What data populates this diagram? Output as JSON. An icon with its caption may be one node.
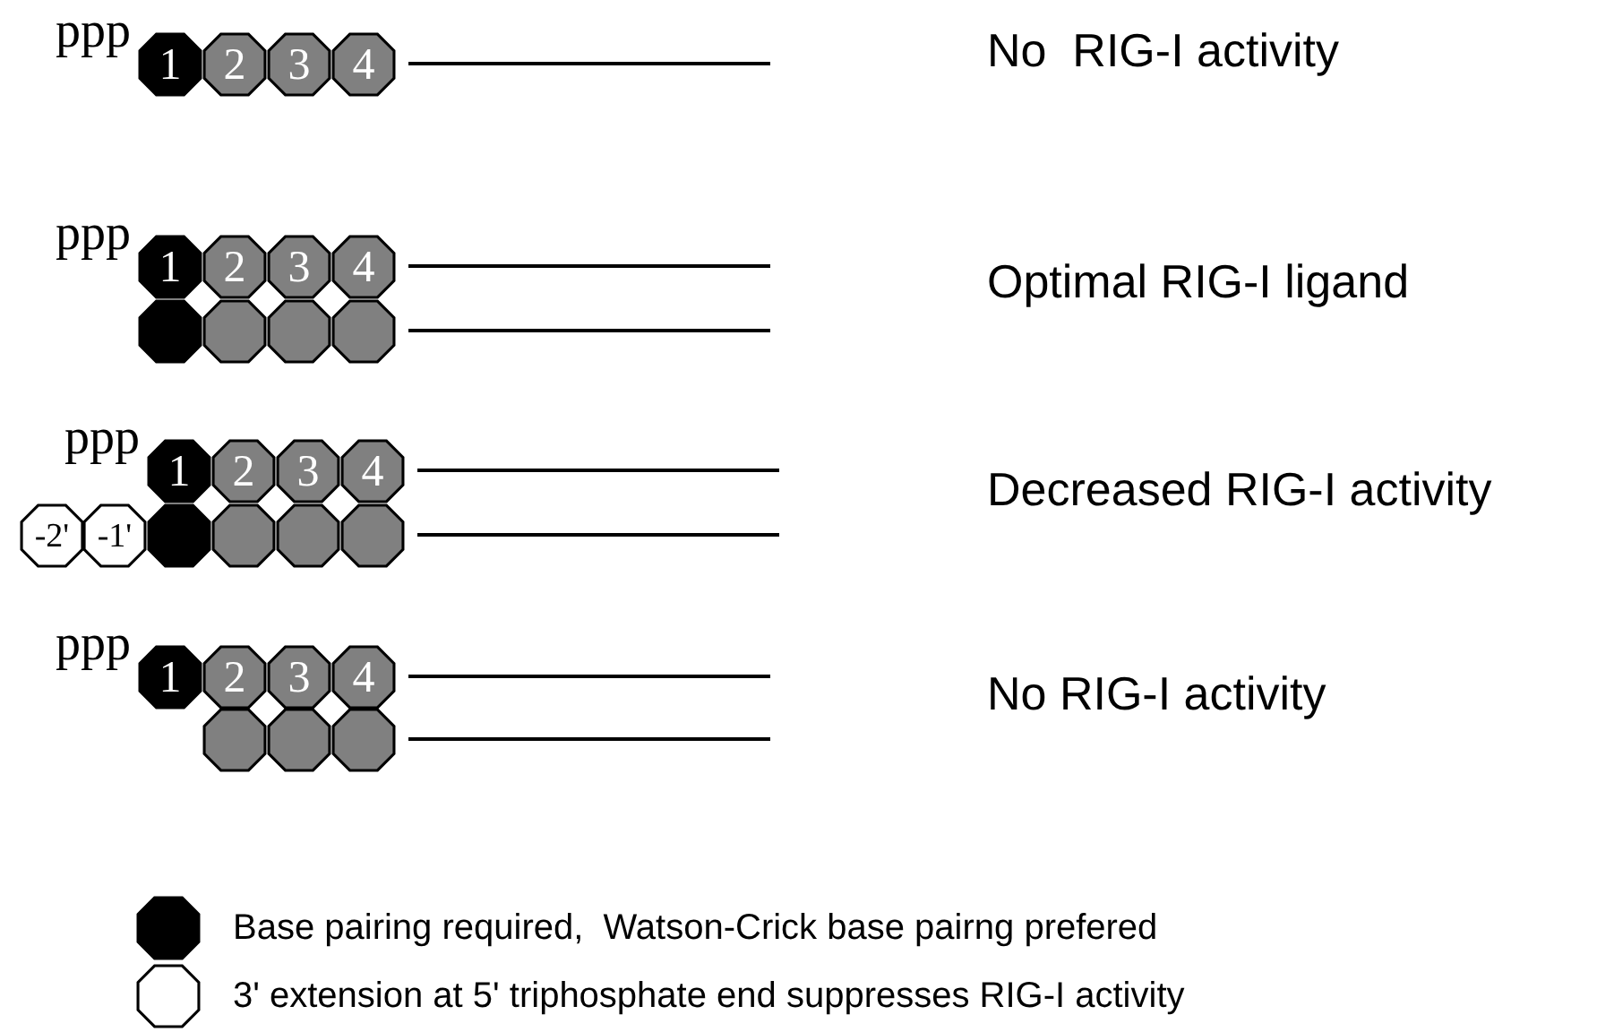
{
  "diagram": {
    "nodes": [
      {
        "text": [
          "1"
        ],
        "beside": [
          "ppp"
        ]
      },
      {
        "text": [
          "2"
        ]
      },
      {
        "text": [
          "3"
        ]
      },
      {
        "text": [
          "4"
        ]
      },
      {
        "text": [
          "1"
        ],
        "beside": [
          "ppp"
        ]
      },
      {
        "text": [
          "2"
        ]
      },
      {
        "text": [
          "3"
        ]
      },
      {
        "text": [
          "4"
        ]
      },
      {
        "text": [],
        "shape": "octagon"
      },
      {
        "text": [],
        "shape": "octagon"
      },
      {
        "text": [],
        "shape": "octagon"
      },
      {
        "text": [],
        "shape": "octagon"
      },
      {
        "text": [
          "1"
        ],
        "beside": [
          "ppp"
        ]
      },
      {
        "text": [
          "2"
        ]
      },
      {
        "text": [
          "3"
        ]
      },
      {
        "text": [
          "4"
        ]
      },
      {
        "text": [
          "-2'"
        ]
      },
      {
        "text": [
          "-1'"
        ]
      },
      {
        "text": [],
        "shape": "octagon"
      },
      {
        "text": [],
        "shape": "octagon"
      },
      {
        "text": [],
        "shape": "octagon"
      },
      {
        "text": [],
        "shape": "octagon"
      },
      {
        "text": [
          "1"
        ],
        "beside": [
          "ppp"
        ]
      },
      {
        "text": [
          "2"
        ]
      },
      {
        "text": [
          "3"
        ]
      },
      {
        "text": [
          "4"
        ]
      },
      {
        "text": [],
        "shape": "octagon"
      },
      {
        "text": [],
        "shape": "octagon"
      },
      {
        "text": [],
        "shape": "octagon"
      }
    ],
    "edges": [
      {
        "from": 3,
        "to": null,
        "arrow": "none"
      },
      {
        "from": 7,
        "to": null,
        "arrow": "none"
      },
      {
        "from": 11,
        "to": null,
        "arrow": "none"
      },
      {
        "from": 15,
        "to": null,
        "arrow": "none"
      },
      {
        "from": 21,
        "to": null,
        "arrow": "none"
      },
      {
        "from": 25,
        "to": null,
        "arrow": "none"
      },
      {
        "from": 28,
        "to": null,
        "arrow": "none"
      }
    ],
    "labels": [
      "No  RIG-I activity",
      "Optimal RIG-I ligand",
      "Decreased RIG-I activity",
      "No RIG-I activity"
    ],
    "legend": [
      {
        "text": "Base pairing required,  Watson-Crick base pairng prefered"
      },
      {
        "text": "3' extension at 5' triphosphate end suppresses RIG-I activity"
      }
    ]
  }
}
